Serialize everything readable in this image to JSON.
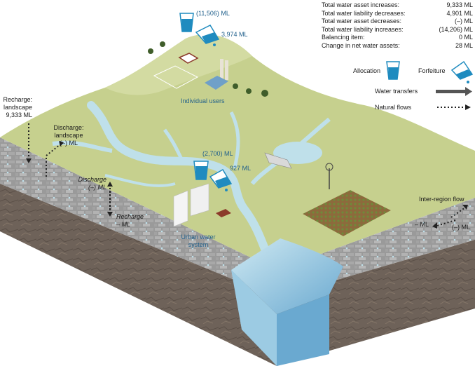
{
  "summary": [
    {
      "label": "Total water asset increases:",
      "value": "9,333 ML"
    },
    {
      "label": "Total water liability decreases:",
      "value": "4,901 ML"
    },
    {
      "label": "Total water asset decreases:",
      "value": "(–) ML"
    },
    {
      "label": "Total water liability increases:",
      "value": "(14,206) ML"
    },
    {
      "label": "Balancing item:",
      "value": "0 ML"
    },
    {
      "label": "Change in net water assets:",
      "value": "28 ML"
    }
  ],
  "legend": {
    "allocation": "Allocation",
    "forfeiture": "Forfeiture",
    "water_transfers": "Water transfers",
    "natural_flows": "Natural flows"
  },
  "labels": {
    "top_allocation": "(11,506) ML",
    "top_forfeiture": "3,974 ML",
    "individual_users": "Individual users",
    "recharge_landscape_line1": "Recharge:",
    "recharge_landscape_line2": "landscape",
    "recharge_landscape_value": "9,333 ML",
    "discharge_landscape_line1": "Discharge:",
    "discharge_landscape_line2": "landscape",
    "discharge_landscape_value": "(–) ML",
    "discharge_line1": "Discharge",
    "discharge_value": "(–) ML",
    "recharge_line1": "Recharge",
    "recharge_value": "– ML",
    "urban_allocation": "(2,700) ML",
    "urban_forfeiture": "927 ML",
    "urban_line1": "Urban water",
    "urban_line2": "system",
    "inter_region": "Inter-region flow",
    "inter_out": "– ML",
    "inter_in": "(–) ML"
  },
  "colors": {
    "land": "#c6d08e",
    "land_light": "#d3dba2",
    "river": "#bfe0ea",
    "water_deep": "#7fb9d9",
    "soil": "#8f8f8f",
    "rock": "#6e6259",
    "blue_text": "#1f5f8b"
  }
}
